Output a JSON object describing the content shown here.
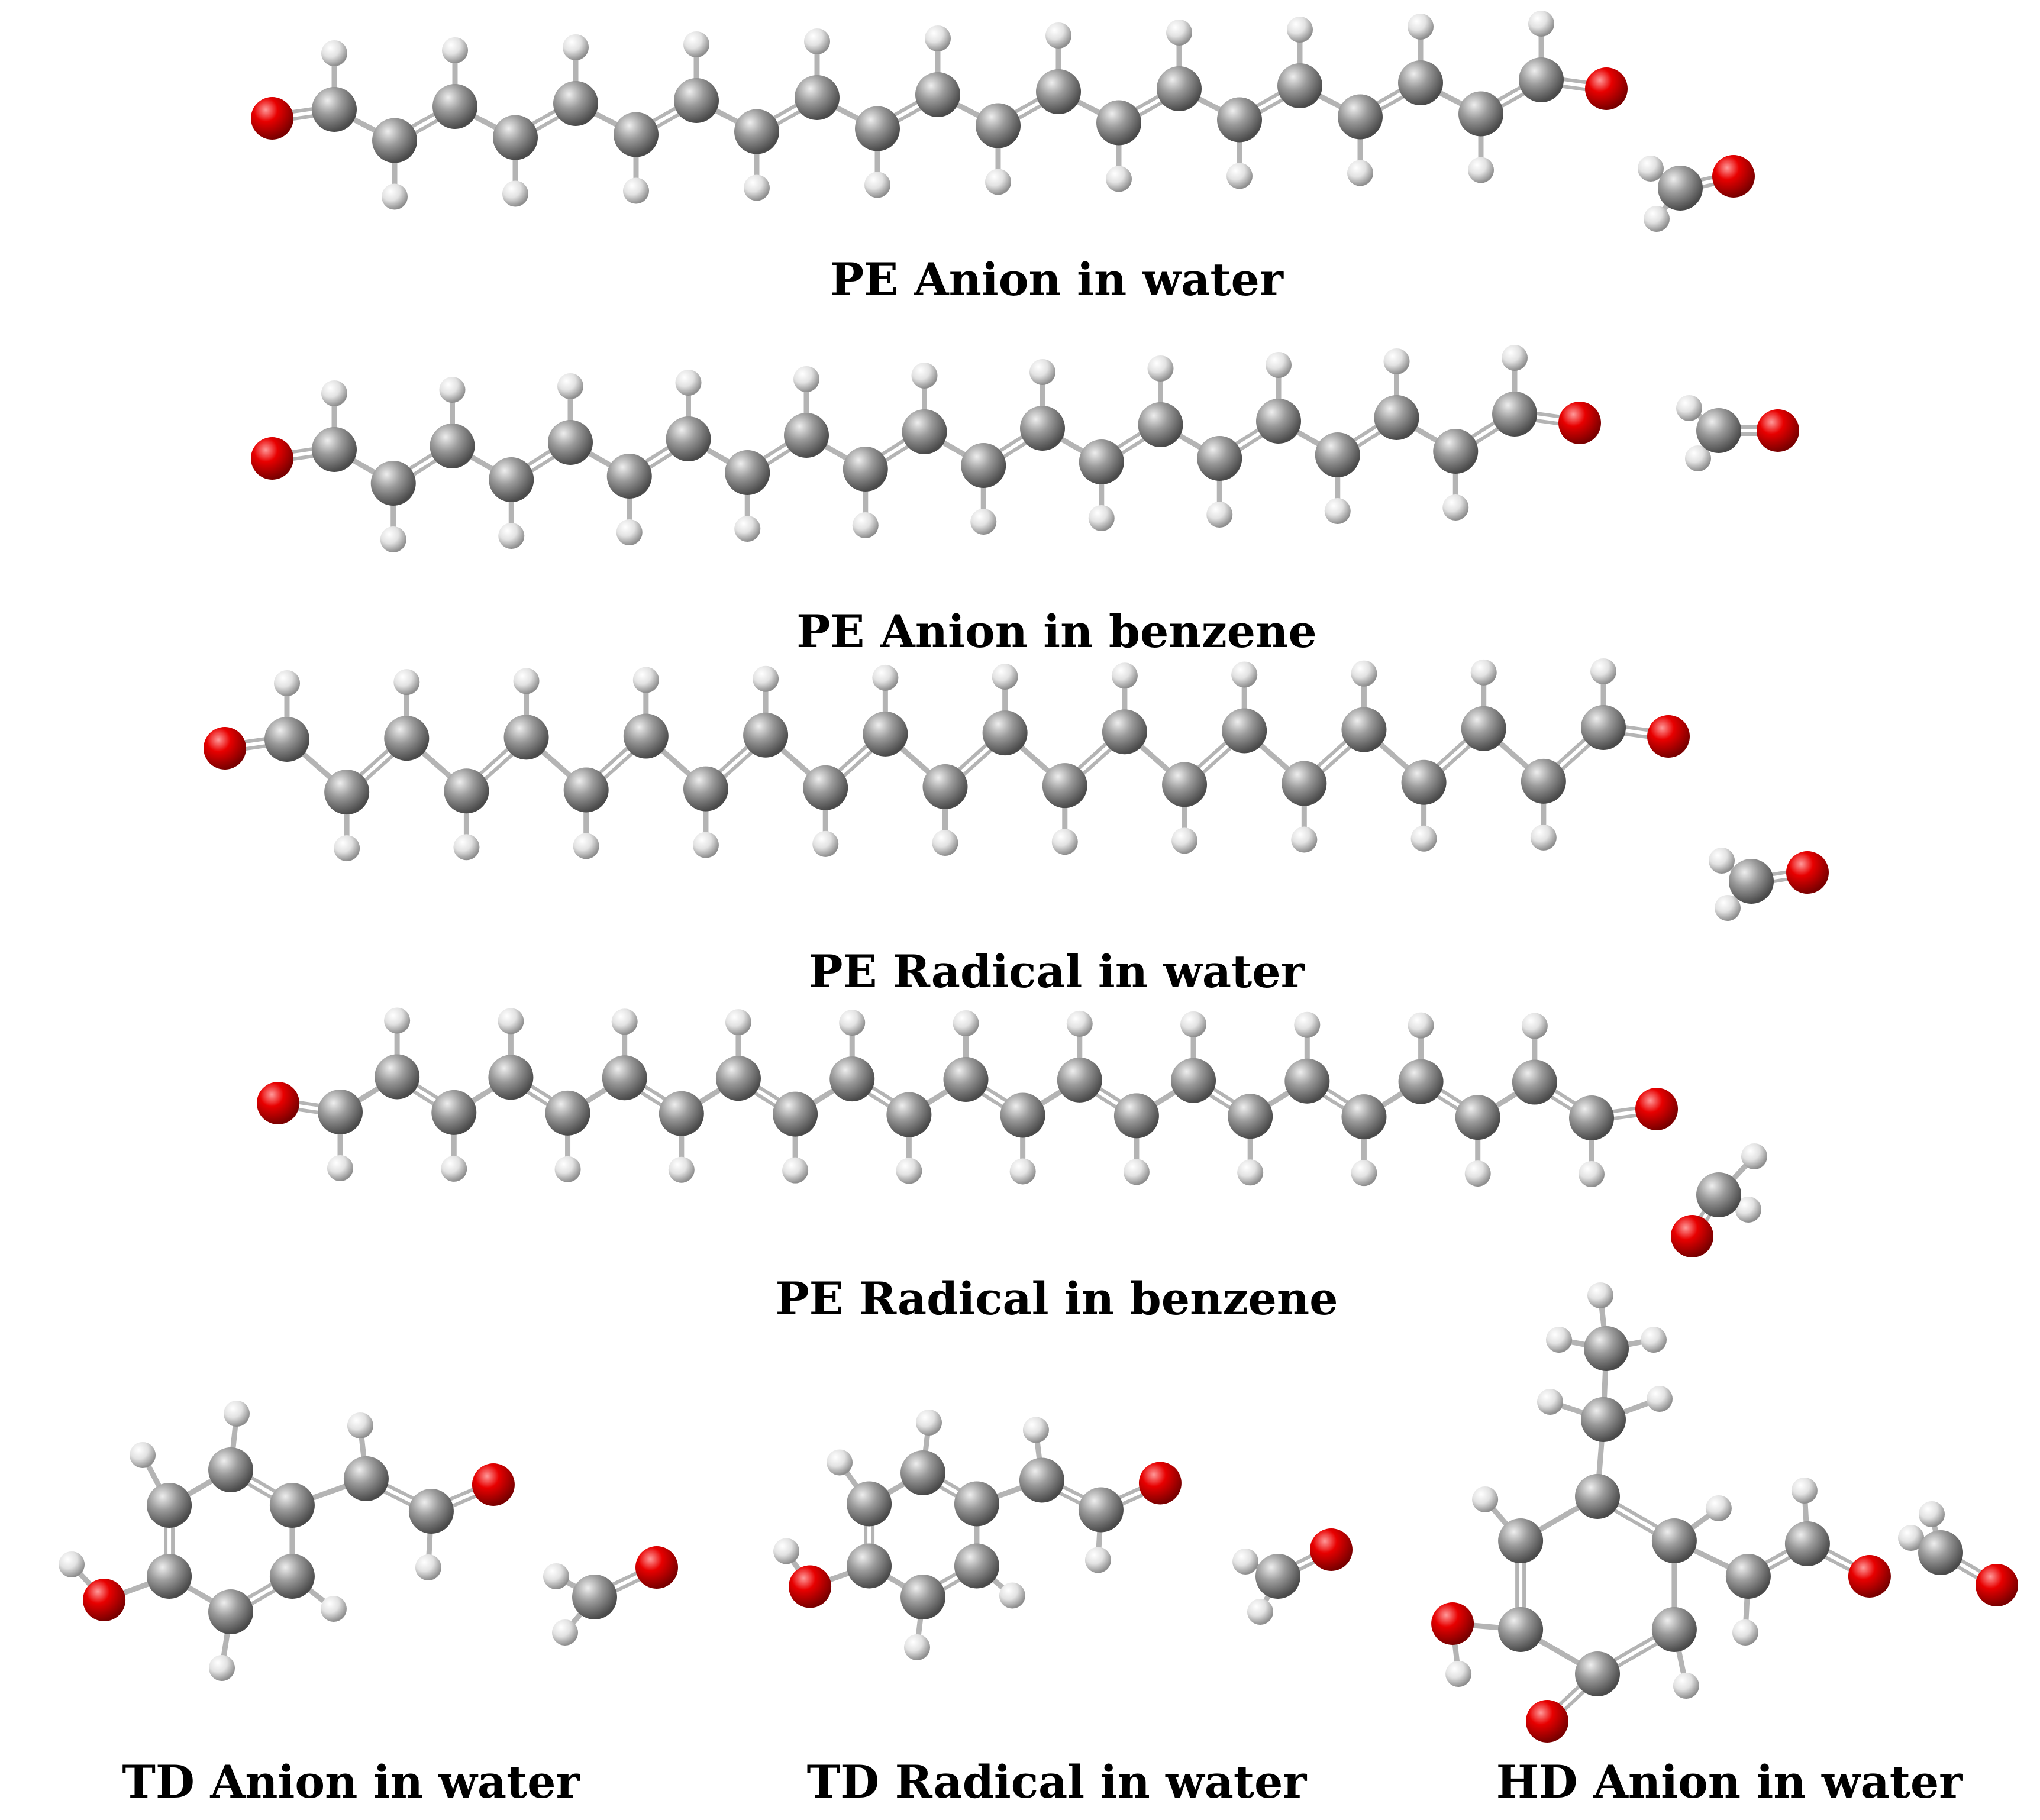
{
  "figure": {
    "colors": {
      "carbon": "#8a8a8a",
      "hydrogen": "#e2e2e2",
      "oxygen": "#e00000",
      "bond": "#b4b4b4",
      "caption": "#000000"
    },
    "panels": [
      {
        "id": "pe-anion-water",
        "label": "PE Anion in water"
      },
      {
        "id": "pe-anion-benzene",
        "label": "PE Anion in benzene"
      },
      {
        "id": "pe-radical-water",
        "label": "PE Radical in water"
      },
      {
        "id": "pe-radical-benzene",
        "label": "PE Radical in benzene"
      },
      {
        "id": "td-anion-water",
        "label": "TD Anion in water"
      },
      {
        "id": "td-radical-water",
        "label": "TD Radical in water"
      },
      {
        "id": "hd-anion-water",
        "label": "HD Anion in water"
      }
    ]
  }
}
